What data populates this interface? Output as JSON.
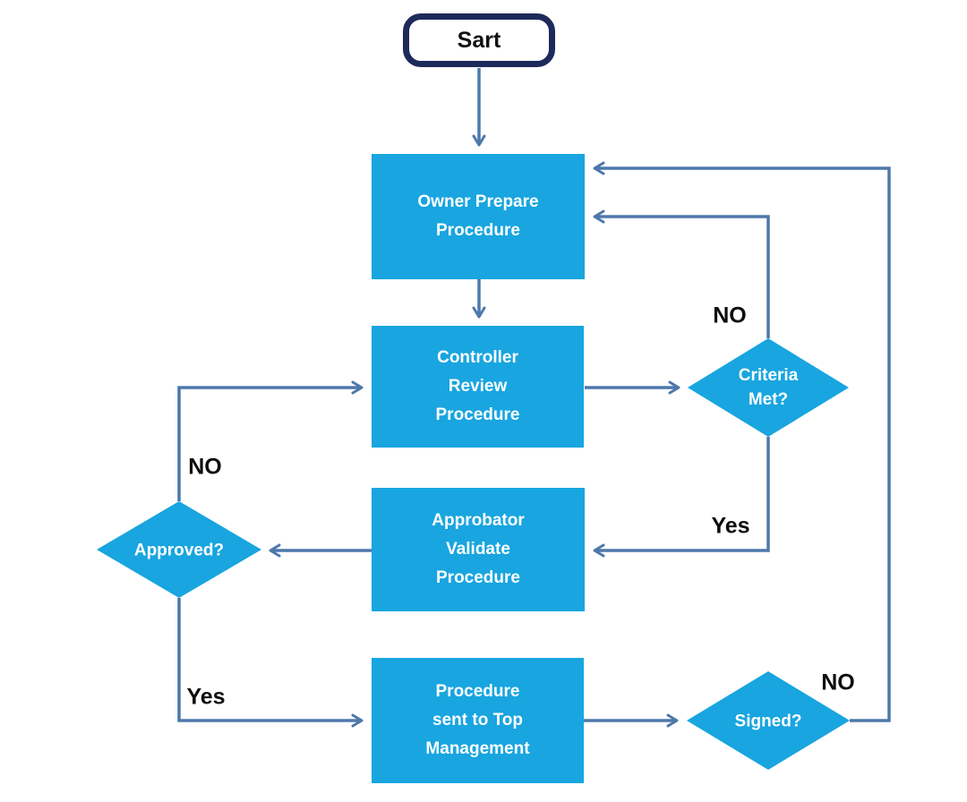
{
  "diagram_type": "flowchart",
  "nodes": {
    "start": {
      "label": "Sart",
      "shape": "terminator"
    },
    "owner": {
      "lines": [
        "Owner Prepare",
        "Procedure"
      ],
      "shape": "process"
    },
    "controller": {
      "lines": [
        "Controller",
        "Review",
        "Procedure"
      ],
      "shape": "process"
    },
    "criteria": {
      "lines": [
        "Criteria",
        "Met?"
      ],
      "shape": "decision"
    },
    "approbator": {
      "lines": [
        "Approbator",
        "Validate",
        "Procedure"
      ],
      "shape": "process"
    },
    "approved": {
      "lines": [
        "Approved?"
      ],
      "shape": "decision"
    },
    "top_management": {
      "lines": [
        "Procedure",
        "sent to Top",
        "Management"
      ],
      "shape": "process"
    },
    "signed": {
      "lines": [
        "Signed?"
      ],
      "shape": "decision"
    }
  },
  "edge_labels": {
    "criteria_no": "NO",
    "criteria_yes": "Yes",
    "approved_no": "NO",
    "approved_yes": "Yes",
    "signed_no": "NO"
  },
  "edges": [
    {
      "from": "start",
      "to": "owner",
      "label": ""
    },
    {
      "from": "owner",
      "to": "controller",
      "label": ""
    },
    {
      "from": "controller",
      "to": "criteria",
      "label": ""
    },
    {
      "from": "criteria",
      "to": "owner",
      "label": "NO"
    },
    {
      "from": "criteria",
      "to": "approbator",
      "label": "Yes"
    },
    {
      "from": "approbator",
      "to": "approved",
      "label": ""
    },
    {
      "from": "approved",
      "to": "controller",
      "label": "NO"
    },
    {
      "from": "approved",
      "to": "top_management",
      "label": "Yes"
    },
    {
      "from": "top_management",
      "to": "signed",
      "label": ""
    },
    {
      "from": "signed",
      "to": "owner",
      "label": "NO"
    }
  ],
  "colors": {
    "node_fill": "#18a5e0",
    "node_text": "#ffffff",
    "connector": "#4e78ab",
    "start_border": "#1e2a5a",
    "edge_label": "#0d0d0d"
  }
}
